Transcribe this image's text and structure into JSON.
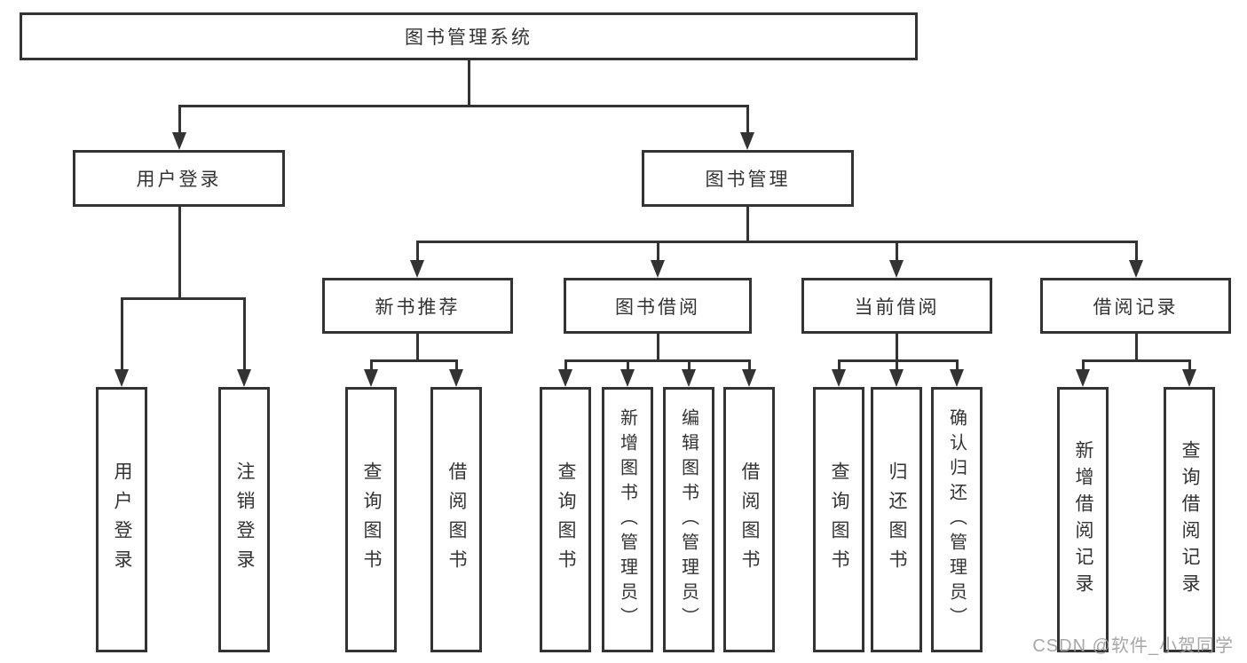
{
  "colors": {
    "background": "#ffffff",
    "line": "#333333",
    "text": "#333333",
    "watermark": "#9e9e9e"
  },
  "icons": {
    "arrowhead": "solid-down-triangle (css shape)"
  },
  "watermark": {
    "text": "CSDN @软件_小贺同学"
  },
  "tree": {
    "root": {
      "label": "图书管理系统"
    },
    "branches": [
      {
        "label": "用户登录",
        "children": [
          {
            "label": "用户登录"
          },
          {
            "label": "注销登录"
          }
        ]
      },
      {
        "label": "图书管理",
        "children": [
          {
            "label": "新书推荐",
            "children": [
              {
                "label": "查询图书"
              },
              {
                "label": "借阅图书"
              }
            ]
          },
          {
            "label": "图书借阅",
            "children": [
              {
                "label": "查询图书"
              },
              {
                "label": "新增图书（管理员）"
              },
              {
                "label": "编辑图书（管理员）"
              },
              {
                "label": "借阅图书"
              }
            ]
          },
          {
            "label": "当前借阅",
            "children": [
              {
                "label": "查询图书"
              },
              {
                "label": "归还图书"
              },
              {
                "label": "确认归还（管理员）"
              }
            ]
          },
          {
            "label": "借阅记录",
            "children": [
              {
                "label": "新增借阅记录"
              },
              {
                "label": "查询借阅记录"
              }
            ]
          }
        ]
      }
    ]
  }
}
